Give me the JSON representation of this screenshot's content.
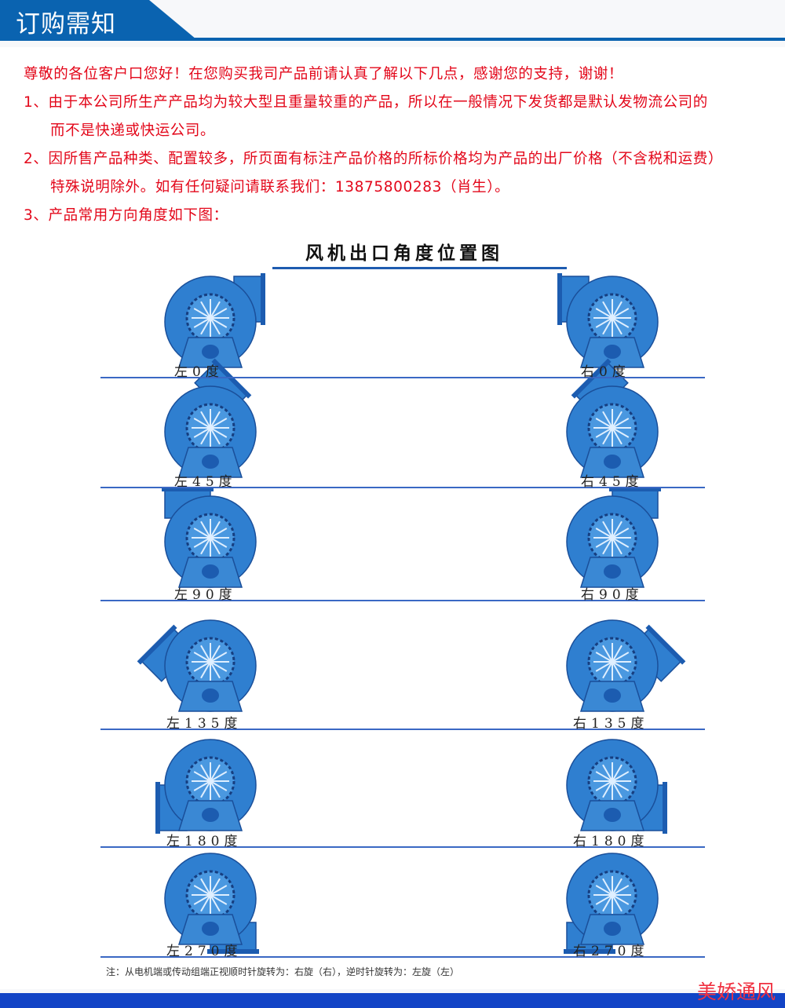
{
  "header": {
    "title": "订购需知"
  },
  "notice": {
    "lines": [
      "尊敬的各位客户口您好！在您购买我司产品前请认真了解以下几点，感谢您的支持，谢谢！",
      "1、由于本公司所生产产品均为较大型且重量较重的产品，所以在一般情况下发货都是默认发物流公司的",
      "而不是快递或快运公司。",
      "2、因所售产品种类、配置较多，所页面有标注产品价格的所标价格均为产品的出厂价格（不含税和运费）",
      "特殊说明除外。如有任何疑问请联系我们：13875800283（肖生）。",
      "3、产品常用方向角度如下图："
    ]
  },
  "diagram": {
    "title": "风机出口角度位置图",
    "rows": [
      {
        "left": "左0度",
        "right": "右0度",
        "angle": 0
      },
      {
        "left": "左45度",
        "right": "右45度",
        "angle": 45
      },
      {
        "left": "左90度",
        "right": "右90度",
        "angle": 90
      },
      {
        "left": "左135度",
        "right": "右135度",
        "angle": 135
      },
      {
        "left": "左180度",
        "right": "右180度",
        "angle": 180
      },
      {
        "left": "左270度",
        "right": "右270度",
        "angle": 270
      }
    ],
    "note": "注：从电机端或传动组端正视顺时针旋转为：右旋（右），逆时针旋转为：左旋（左）",
    "fan_color": "#2f7fd0"
  },
  "brand": "美娇通风"
}
